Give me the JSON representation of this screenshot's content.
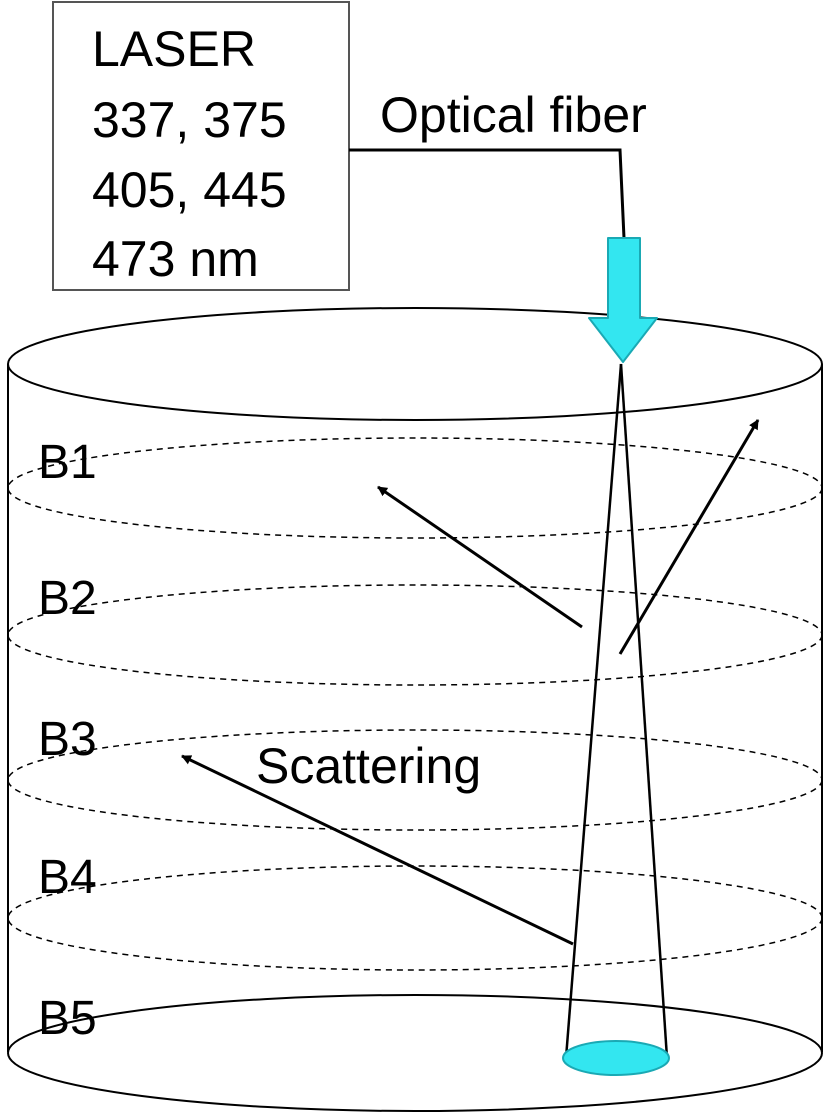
{
  "laser_box": {
    "lines": [
      "LASER",
      "337, 375",
      "405, 445",
      "473 nm"
    ]
  },
  "fiber_label": "Optical fiber",
  "scattering_label": "Scattering",
  "bands": [
    "B1",
    "B2",
    "B3",
    "B4",
    "B5"
  ],
  "colors": {
    "beam": "#33e6f0",
    "beam_stroke": "#1aa9b4",
    "line": "#000000"
  }
}
